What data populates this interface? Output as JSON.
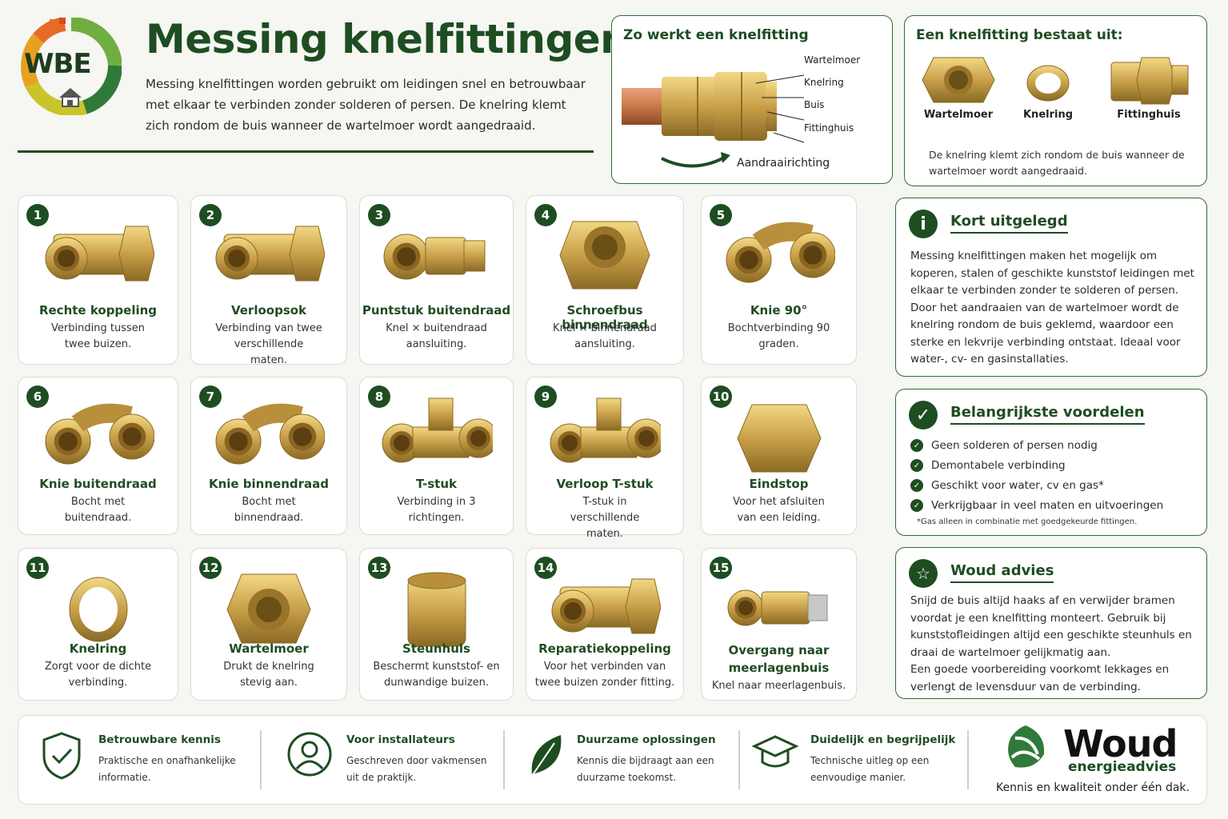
{
  "header": {
    "logo_text": "WBE",
    "title": "Messing knelfittingen",
    "intro": "Messing knelfittingen worden gebruikt om leidingen snel en betrouwbaar met elkaar te verbinden zonder solderen of persen. De knelring klemt zich rondom de buis wanneer de wartelmoer wordt aangedraaid."
  },
  "how_it_works": {
    "title": "Zo werkt een knelfitting",
    "labels": [
      "Wartelmoer",
      "Knelring",
      "Buis",
      "Fittinghuis"
    ],
    "direction": "Aandraairichting"
  },
  "consists_of": {
    "title": "Een knelfitting bestaat uit:",
    "parts": [
      "Wartelmoer",
      "Knelring",
      "Fittinghuis"
    ],
    "note": "De knelring klemt zich rondom de buis wanneer de wartelmoer wordt aangedraaid."
  },
  "products": [
    {
      "num": "1",
      "name": "Rechte koppeling",
      "desc": "Verbinding tussen twee buizen."
    },
    {
      "num": "2",
      "name": "Verloopsok",
      "desc": "Verbinding van twee verschillende maten."
    },
    {
      "num": "3",
      "name": "Puntstuk buitendraad",
      "desc": "Knel × buitendraad aansluiting."
    },
    {
      "num": "4",
      "name": "Schroefbus binnendraad",
      "desc": "Knel × binnendraad aansluiting."
    },
    {
      "num": "5",
      "name": "Knie 90°",
      "desc": "Bochtverbinding 90 graden."
    },
    {
      "num": "6",
      "name": "Knie buitendraad",
      "desc": "Bocht met buitendraad."
    },
    {
      "num": "7",
      "name": "Knie binnendraad",
      "desc": "Bocht met binnendraad."
    },
    {
      "num": "8",
      "name": "T-stuk",
      "desc": "Verbinding in 3 richtingen."
    },
    {
      "num": "9",
      "name": "Verloop T-stuk",
      "desc": "T-stuk in verschillende maten."
    },
    {
      "num": "10",
      "name": "Eindstop",
      "desc": "Voor het afsluiten van een leiding."
    },
    {
      "num": "11",
      "name": "Knelring",
      "desc": "Zorgt voor de dichte verbinding."
    },
    {
      "num": "12",
      "name": "Wartelmoer",
      "desc": "Drukt de knelring stevig aan."
    },
    {
      "num": "13",
      "name": "Steunhuls",
      "desc": "Beschermt kunststof- en dunwandige buizen."
    },
    {
      "num": "14",
      "name": "Reparatiekoppeling",
      "desc": "Voor het verbinden van twee buizen zonder fitting."
    },
    {
      "num": "15",
      "name": "Overgang naar meerlagenbuis",
      "desc": "Knel naar meerlagenbuis."
    }
  ],
  "short_explained": {
    "title": "Kort uitgelegd",
    "text": "Messing knelfittingen maken het mogelijk om koperen, stalen of geschikte kunststof leidingen met elkaar te verbinden zonder te solderen of persen. Door het aandraaien van de wartelmoer wordt de knelring rondom de buis geklemd, waardoor een sterke en lekvrije verbinding ontstaat. Ideaal voor water-, cv- en gasinstallaties."
  },
  "benefits": {
    "title": "Belangrijkste voordelen",
    "items": [
      "Geen solderen of persen nodig",
      "Demontabele verbinding",
      "Geschikt voor water, cv en gas*",
      "Verkrijgbaar in veel maten en uitvoeringen"
    ],
    "note": "*Gas alleen in combinatie met goedgekeurde fittingen."
  },
  "advice": {
    "title": "Woud advies",
    "text1": "Snijd de buis altijd haaks af en verwijder bramen voordat je een knelfitting monteert. Gebruik bij kunststofleidingen altijd een geschikte steunhuls en draai de wartelmoer gelijkmatig aan.",
    "text2": "Een goede voorbereiding voorkomt lekkages en verlengt de levensduur van de verbinding."
  },
  "footer": {
    "features": [
      {
        "title": "Betrouwbare kennis",
        "desc": "Praktische en onafhankelijke informatie.",
        "icon": "shield-check-icon"
      },
      {
        "title": "Voor installateurs",
        "desc": "Geschreven door vakmensen uit de praktijk.",
        "icon": "user-icon"
      },
      {
        "title": "Duurzame oplossingen",
        "desc": "Kennis die bijdraagt aan een duurzame toekomst.",
        "icon": "leaf-icon"
      },
      {
        "title": "Duidelijk en begrijpelijk",
        "desc": "Technische uitleg op een eenvoudige manier.",
        "icon": "graduation-cap-icon"
      }
    ],
    "brand": "Woud",
    "brand_sub": "energieadvies",
    "tagline": "Kennis en kwaliteit onder één dak."
  },
  "colors": {
    "brand_green": "#1e4d22",
    "brass": "#c9a04a",
    "copper": "#c8784a"
  }
}
